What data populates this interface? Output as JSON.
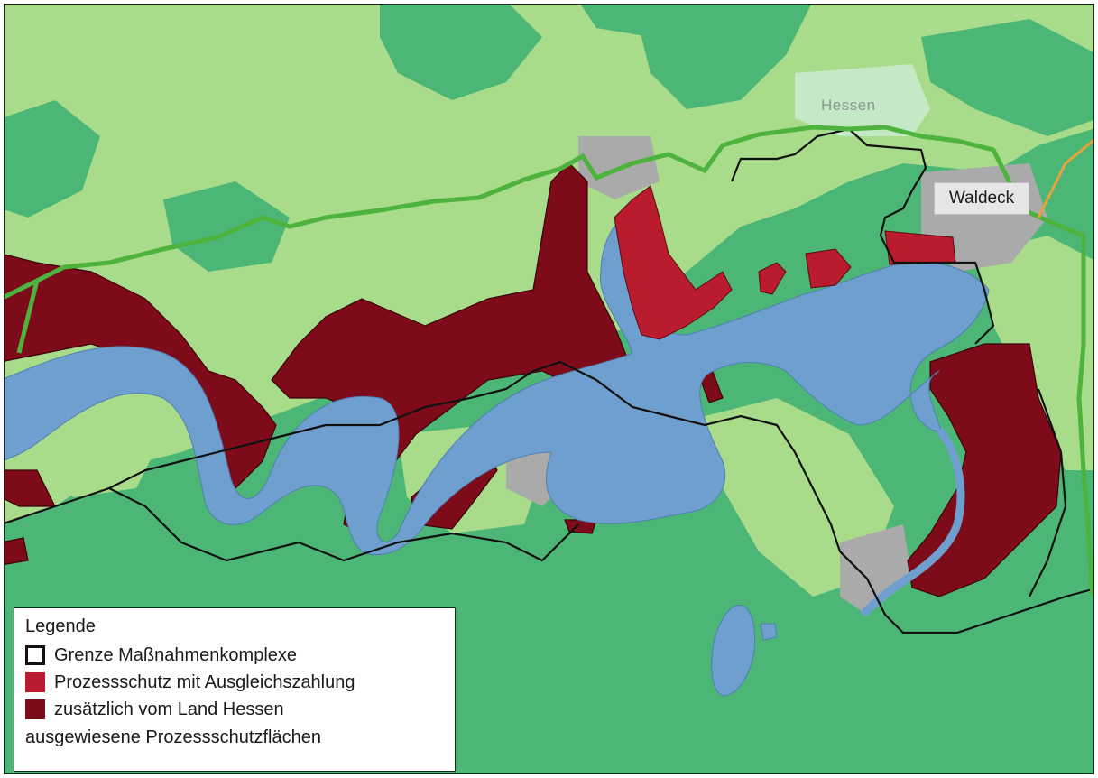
{
  "map": {
    "labels": {
      "town": "Waldeck",
      "region": "Hessen"
    },
    "colors": {
      "forest": "#4cb677",
      "open_land": "#a8dc8a",
      "settlement": "#aaaaaa",
      "lake": "#6e9fcf",
      "admin_boundary": "#4db33d",
      "process_protection_compensation": "#b81c2d",
      "additional_process_protection": "#7d0b1a",
      "measure_complex_boundary": "#111111"
    }
  },
  "legend": {
    "title": "Legende",
    "items": [
      {
        "label": "Grenze Maßnahmenkomplexe",
        "swatch": "outline"
      },
      {
        "label": "Prozessschutz mit Ausgleichszahlung",
        "swatch": "#b81c2d"
      },
      {
        "label": "zusätzlich vom Land Hessen",
        "swatch": "#7d0b1a"
      }
    ],
    "continuation": "ausgewiesene Prozessschutzflächen"
  }
}
